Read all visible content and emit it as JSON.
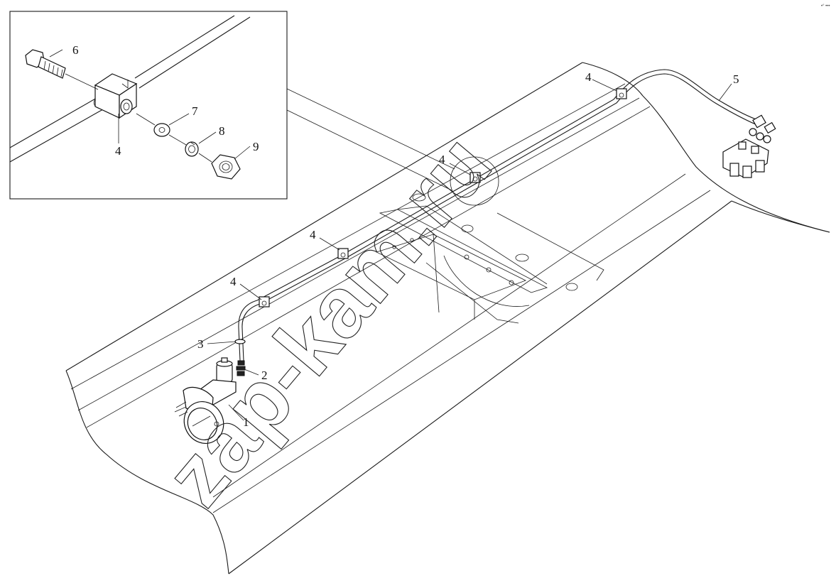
{
  "watermark": "zap-kam.ru",
  "corner_mark": "•° •••",
  "callouts": {
    "c1": "1",
    "c2": "2",
    "c3": "3",
    "c4_main_a": "4",
    "c4_main_b": "4",
    "c4_main_c": "4",
    "c4_main_d": "4",
    "c5": "5",
    "inset_c4": "4",
    "inset_c6": "6",
    "inset_c7": "7",
    "inset_c8": "8",
    "inset_c9": "9"
  }
}
